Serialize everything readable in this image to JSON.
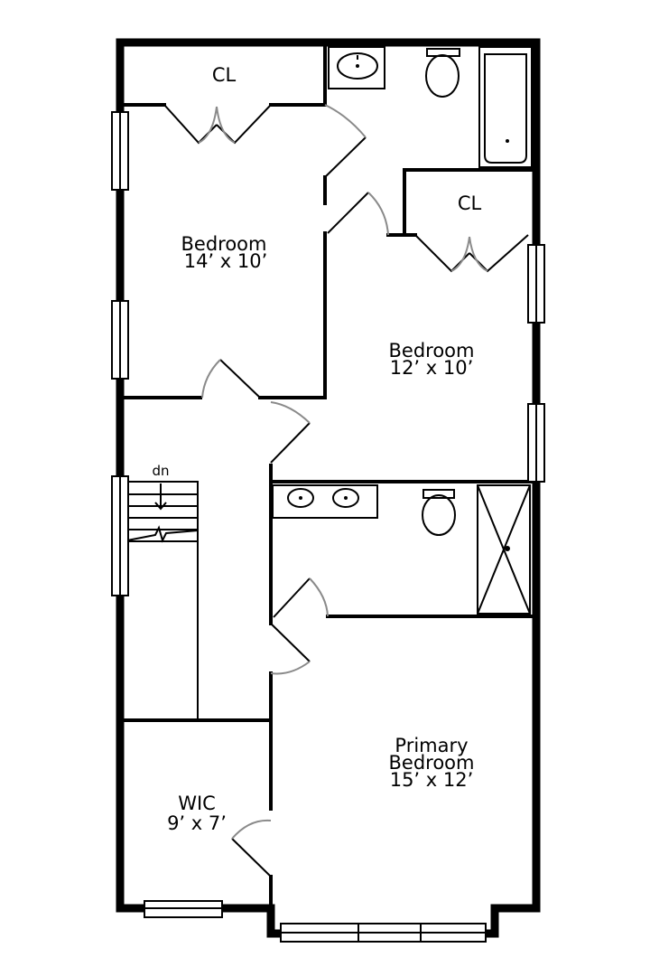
{
  "plan": {
    "closet_top_left": "CL",
    "closet_mid_right": "CL",
    "bedroom_a": {
      "name": "Bedroom",
      "size": "14’ x 10’"
    },
    "bedroom_b": {
      "name": "Bedroom",
      "size": "12’ x 10’"
    },
    "primary": {
      "line1": "Primary",
      "line2": "Bedroom",
      "size": "15’ x 12’"
    },
    "wic": {
      "name": "WIC",
      "size": "9’ x 7’"
    },
    "stair_label": "dn"
  }
}
